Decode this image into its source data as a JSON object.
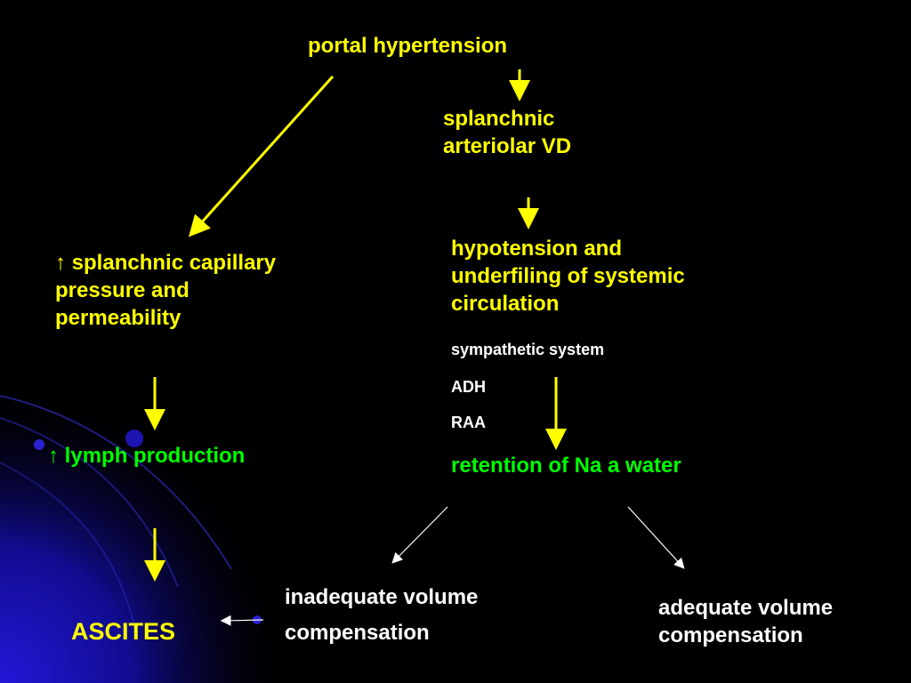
{
  "nodes": {
    "portal_hypertension": "portal hypertension",
    "splanchnic_vd": [
      "splanchnic",
      "arteriolar  VD"
    ],
    "hypotension": [
      "hypotension and",
      "underfiling of systemic",
      "circulation"
    ],
    "mediators": [
      "sympathetic system",
      "ADH",
      "RAA"
    ],
    "retention": "retention of Na a water",
    "capillary_pressure": {
      "arrow": "↑",
      "lines": [
        "splanchnic capillary",
        "pressure and",
        "permeability"
      ]
    },
    "lymph_production": {
      "arrow": "↑",
      "text": "lymph production"
    },
    "ascites": "ASCITES",
    "inadequate": [
      "inadequate volume",
      "compensation"
    ],
    "adequate": [
      "adequate volume",
      "compensation"
    ]
  },
  "colors": {
    "background": "#000000",
    "highlight_text": "#ffff00",
    "body_text": "#ffffff",
    "accent_text": "#00ff00",
    "main_arrows": "#ffff00",
    "thin_arrows": "#ffffff",
    "bg_gradient": "#1a10c8"
  }
}
